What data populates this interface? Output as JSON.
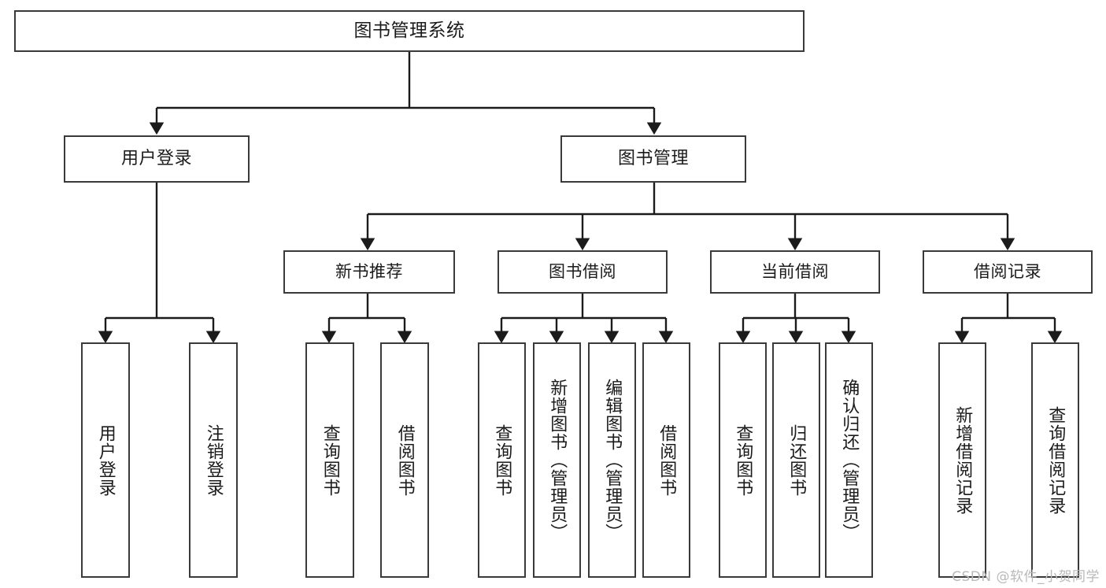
{
  "diagram": {
    "title": "图书管理系统",
    "type": "tree-hierarchy-diagram",
    "watermark": "CSDN @软件_小贺同学",
    "colors": {
      "background": "#ffffff",
      "box_border": "#3a3a3a",
      "connector": "#1b1b1b",
      "text": "#1b1b1b",
      "watermark": "#b9b9b9"
    },
    "root": {
      "label": "图书管理系统"
    },
    "level2": [
      {
        "label": "用户登录"
      },
      {
        "label": "图书管理"
      }
    ],
    "level3": [
      {
        "label": "新书推荐"
      },
      {
        "label": "图书借阅"
      },
      {
        "label": "当前借阅"
      },
      {
        "label": "借阅记录"
      }
    ],
    "leaves": {
      "user_login": [
        {
          "label": "用户登录"
        },
        {
          "label": "注销登录"
        }
      ],
      "new_book_recommend": [
        {
          "label": "查询图书"
        },
        {
          "label": "借阅图书"
        }
      ],
      "book_borrow": [
        {
          "label": "查询图书"
        },
        {
          "label": "新增图书（管理员）"
        },
        {
          "label": "编辑图书（管理员）"
        },
        {
          "label": "借阅图书"
        }
      ],
      "current_borrow": [
        {
          "label": "查询图书"
        },
        {
          "label": "归还图书"
        },
        {
          "label": "确认归还（管理员）"
        }
      ],
      "borrow_record": [
        {
          "label": "新增借阅记录"
        },
        {
          "label": "查询借阅记录"
        }
      ]
    }
  }
}
